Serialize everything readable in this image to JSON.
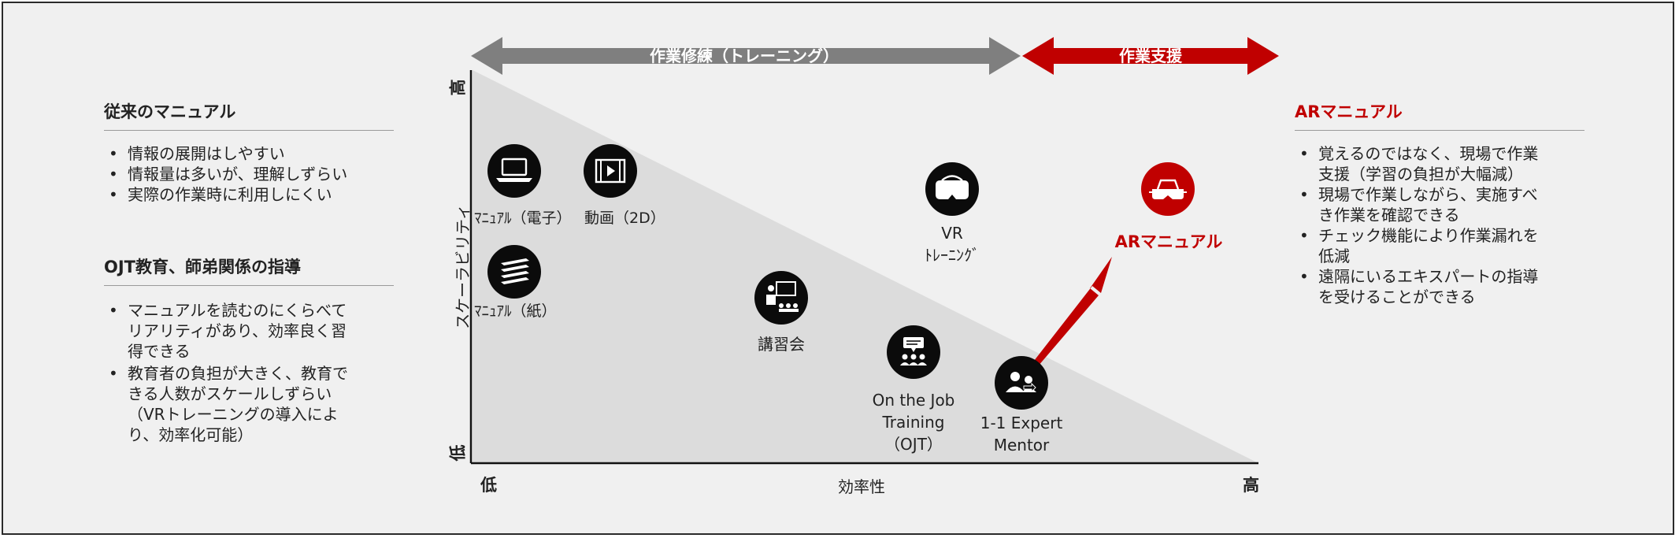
{
  "left_panel": {
    "section1": {
      "title": "従来のマニュアル",
      "bullets": [
        "情報の展開はしやすい",
        "情報量は多いが、理解しずらい",
        "実際の作業時に利用しにくい"
      ]
    },
    "section2": {
      "title": "OJT教育、師弟関係の指導",
      "bullets": [
        "マニュアルを読むのにくらべて\nリアリティがあり、効率良く習\n得できる",
        "教育者の負担が大きく、教育で\nきる人数がスケールしずらい\n（VRトレーニングの導入によ\nり、効率化可能）"
      ]
    }
  },
  "right_panel": {
    "title": "ARマニュアル",
    "bullets": [
      "覚えるのではなく、現場で作業\n支援（学習の負担が大幅減）",
      "現場で作業しながら、実施すべ\nき作業を確認できる",
      "チェック機能により作業漏れを\n低減",
      "遠隔にいるエキスパートの指導\nを受けることができる"
    ]
  },
  "arrows": {
    "training": "作業修練（トレーニング）",
    "support": "作業支援"
  },
  "axes": {
    "y_label": "スケーラビリティ",
    "y_high": "高",
    "y_low": "低",
    "x_label": "効率性",
    "x_low": "低",
    "x_high": "高"
  },
  "nodes": {
    "manual_digital": "ﾏﾆｭｱﾙ（電子）",
    "video": "動画（2D）",
    "manual_paper": "ﾏﾆｭｱﾙ（紙）",
    "seminar": "講習会",
    "vr": "VR\nﾄﾚｰﾆﾝｸﾞ",
    "ojt": "On the Job\nTraining\n（OJT）",
    "expert": "1-1 Expert\nMentor",
    "ar": "ARマニュアル"
  },
  "colors": {
    "accent_red": "#c00000",
    "arrow_gray": "#7f7f7f",
    "icon_black": "#0b0b0b",
    "background": "#f0f0f0",
    "triangle_fill": "#dcdcdc"
  }
}
